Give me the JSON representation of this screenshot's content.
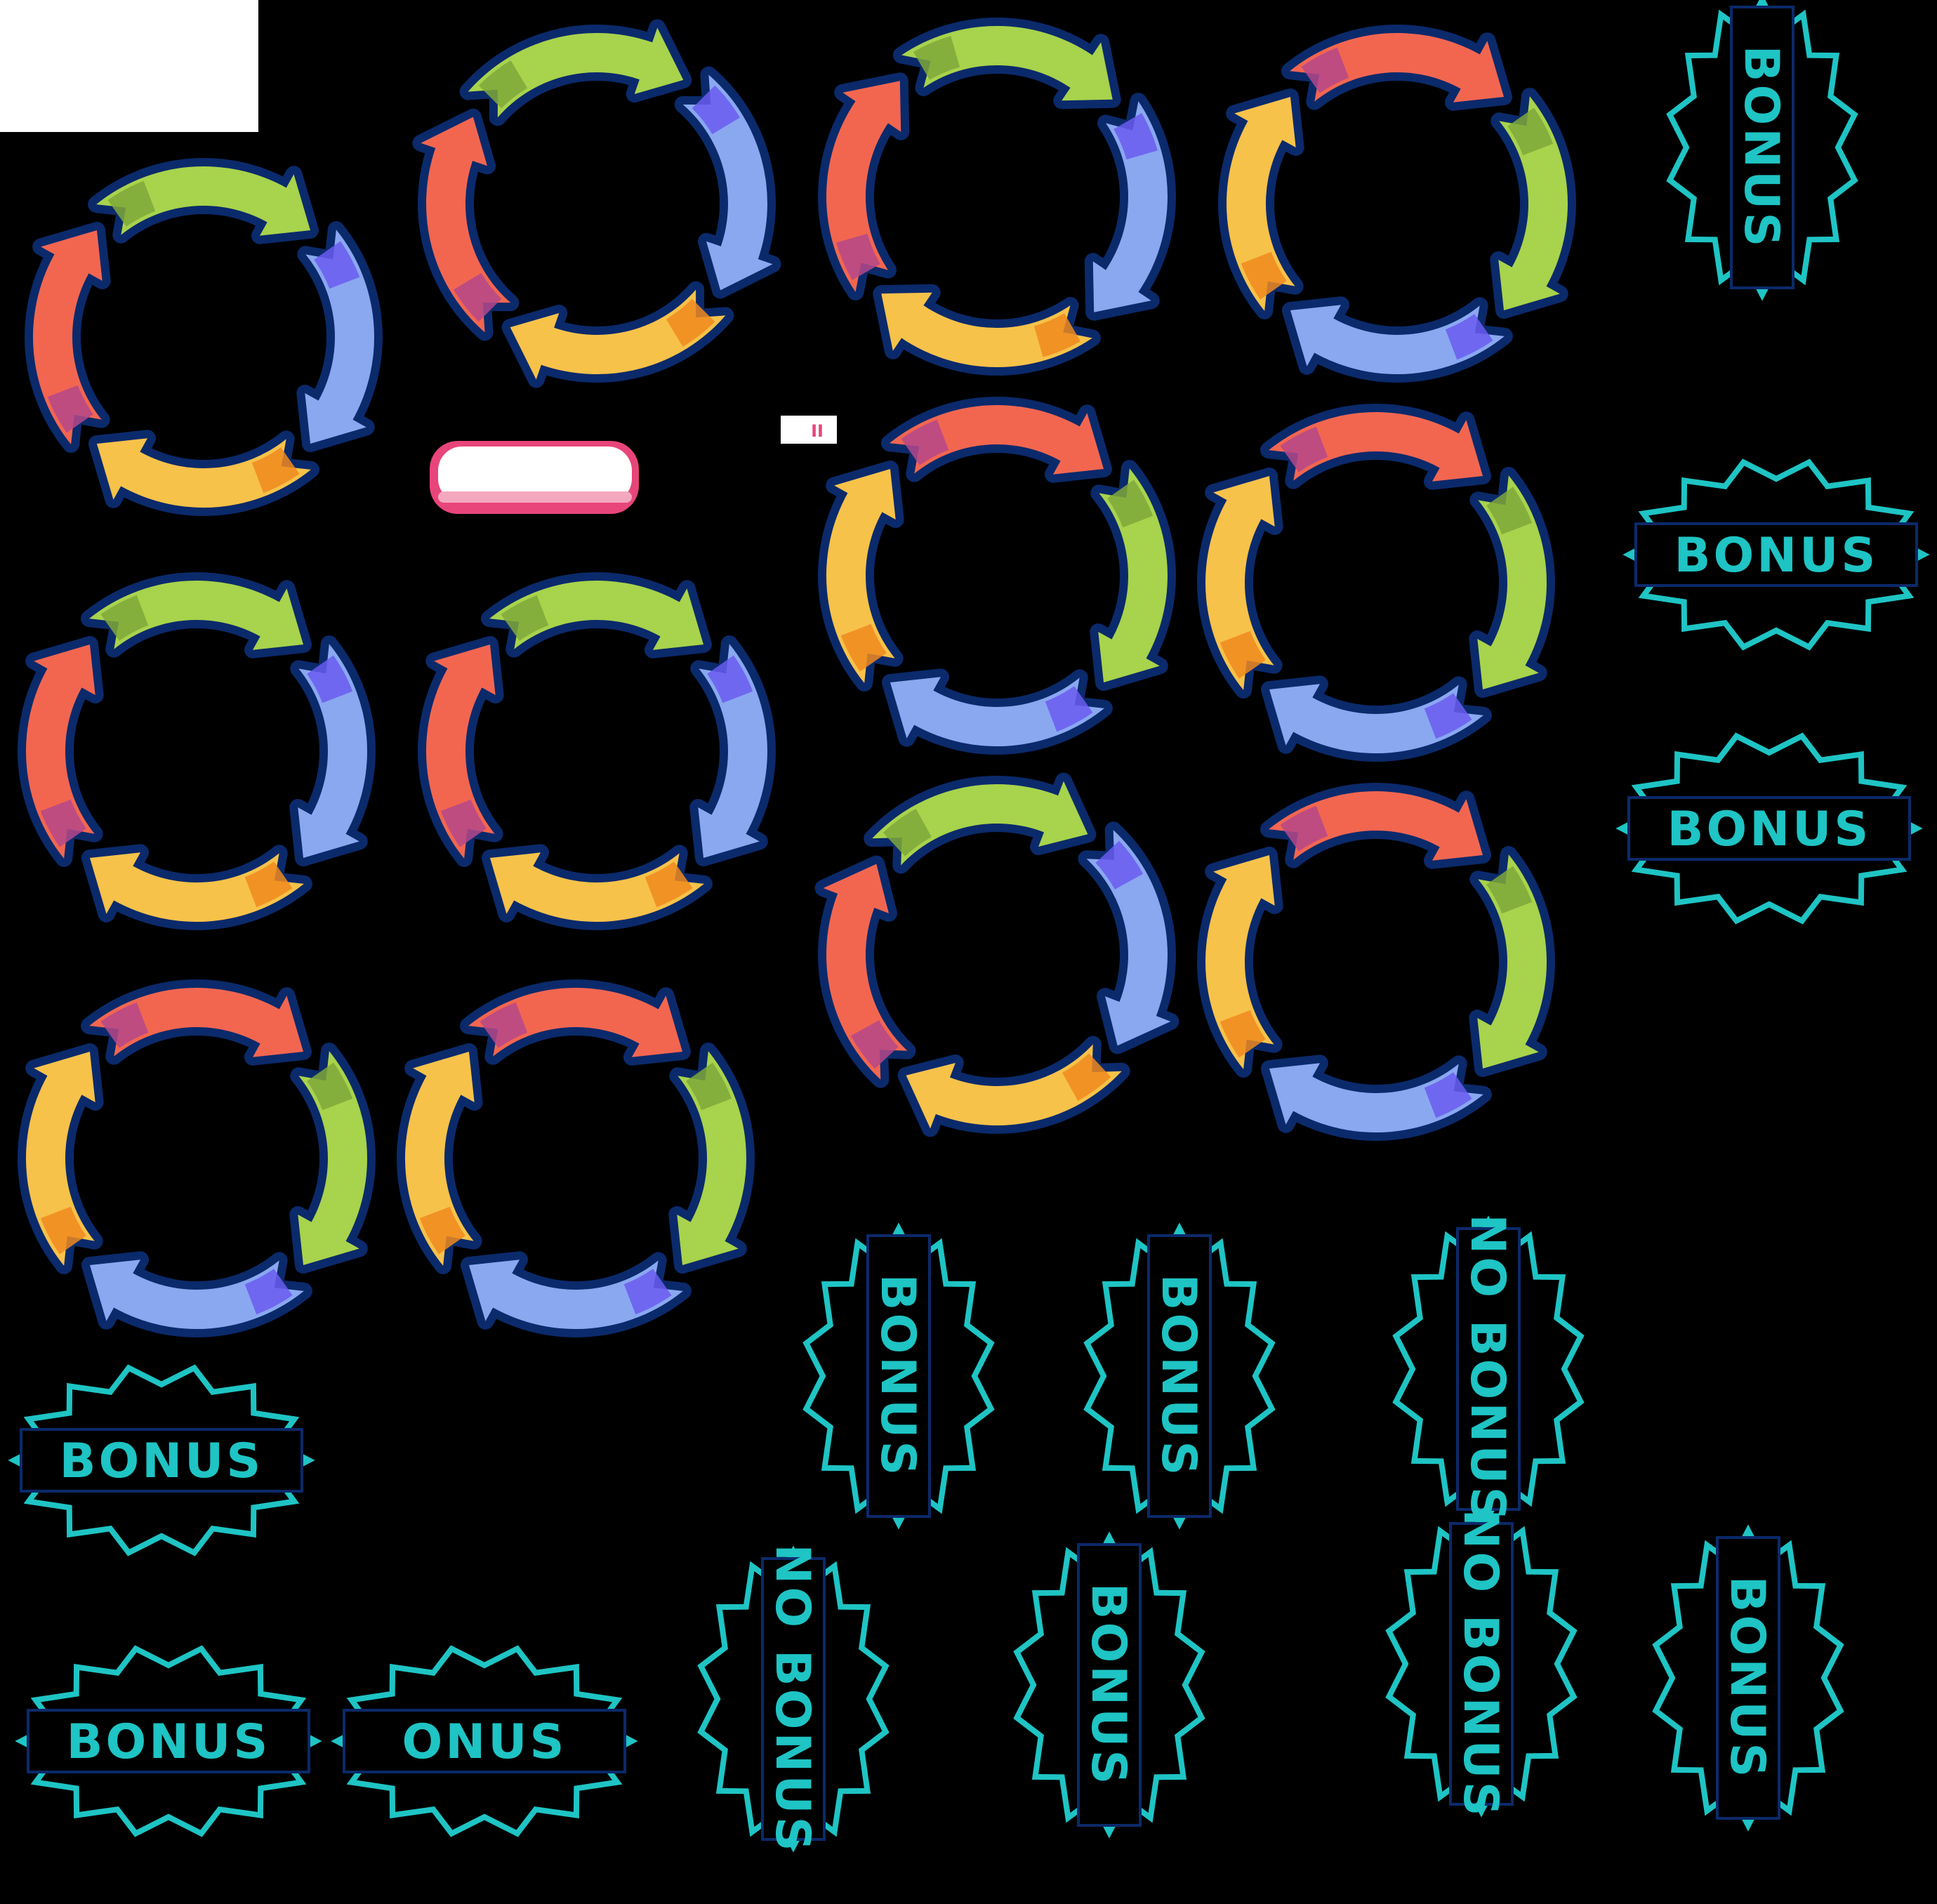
{
  "sheet": {
    "title": "",
    "background": "#000000"
  },
  "palette": {
    "ring_outline": "#0b2a6b",
    "green": "#a8d34c",
    "green_dark": "#7fa83a",
    "blue": "#8aa8f0",
    "blue_dark": "#6a5cf0",
    "orange": "#f7c24a",
    "orange_dark": "#f08a1e",
    "red": "#f26650",
    "red_dark": "#b5488a",
    "teal": "#1fc4c4",
    "white": "#ffffff",
    "pink": "#e8457a"
  },
  "cycle_rings": [
    {
      "name": "ring-1",
      "order": [
        "green",
        "blue",
        "orange",
        "red"
      ]
    },
    {
      "name": "ring-2",
      "order": [
        "green",
        "blue",
        "orange",
        "red"
      ]
    },
    {
      "name": "ring-3",
      "order": [
        "green",
        "blue",
        "orange",
        "red"
      ]
    },
    {
      "name": "ring-4",
      "order": [
        "red",
        "green",
        "blue",
        "orange"
      ]
    },
    {
      "name": "ring-5",
      "order": [
        "red",
        "green",
        "blue",
        "orange"
      ]
    },
    {
      "name": "ring-6",
      "order": [
        "red",
        "green",
        "blue",
        "orange"
      ]
    },
    {
      "name": "ring-7",
      "order": [
        "green",
        "blue",
        "orange",
        "red"
      ]
    },
    {
      "name": "ring-8",
      "order": [
        "green",
        "blue",
        "orange",
        "red"
      ]
    },
    {
      "name": "ring-9",
      "order": [
        "green",
        "blue",
        "orange",
        "red"
      ]
    },
    {
      "name": "ring-10",
      "order": [
        "red",
        "green",
        "blue",
        "orange"
      ]
    },
    {
      "name": "ring-11",
      "order": [
        "red",
        "green",
        "blue",
        "orange"
      ]
    },
    {
      "name": "ring-12",
      "order": [
        "red",
        "green",
        "blue",
        "orange"
      ]
    }
  ],
  "badges": {
    "bonus_text": "BONUS",
    "bonus_text_partial": "ONUS",
    "no_bonus_text": "NO BONUS",
    "badges": [
      {
        "name": "bonus-badge-vertical-1",
        "text_key": "bonus_text"
      },
      {
        "name": "bonus-badge-horizontal-1",
        "text_key": "bonus_text"
      },
      {
        "name": "bonus-badge-horizontal-2",
        "text_key": "bonus_text"
      },
      {
        "name": "bonus-badge-horizontal-3",
        "text_key": "bonus_text"
      },
      {
        "name": "bonus-badge-horizontal-4",
        "text_key": "bonus_text"
      },
      {
        "name": "bonus-badge-horizontal-5",
        "text_key": "bonus_text_partial"
      },
      {
        "name": "bonus-badge-vertical-2",
        "text_key": "bonus_text"
      },
      {
        "name": "bonus-badge-vertical-3",
        "text_key": "bonus_text"
      },
      {
        "name": "no-bonus-badge-1",
        "text_key": "no_bonus_text"
      },
      {
        "name": "no-bonus-badge-2",
        "text_key": "no_bonus_text"
      },
      {
        "name": "bonus-badge-vertical-4",
        "text_key": "bonus_text"
      },
      {
        "name": "no-bonus-badge-3",
        "text_key": "no_bonus_text"
      },
      {
        "name": "bonus-badge-vertical-5",
        "text_key": "bonus_text"
      }
    ]
  },
  "misc": {
    "pause_glyph": "II"
  }
}
